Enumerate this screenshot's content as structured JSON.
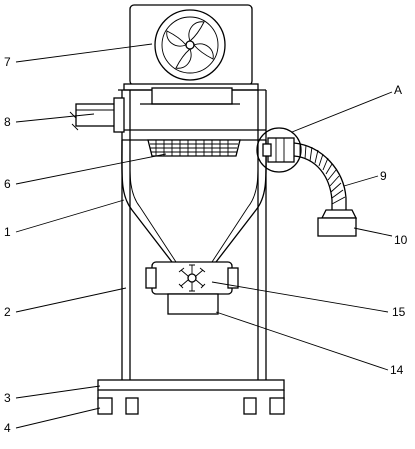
{
  "labels": {
    "l7": "7",
    "l8": "8",
    "l6": "6",
    "l1": "1",
    "l2": "2",
    "l3": "3",
    "l4": "4",
    "lA": "A",
    "l9": "9",
    "l10": "10",
    "l15": "15",
    "l14": "14"
  }
}
